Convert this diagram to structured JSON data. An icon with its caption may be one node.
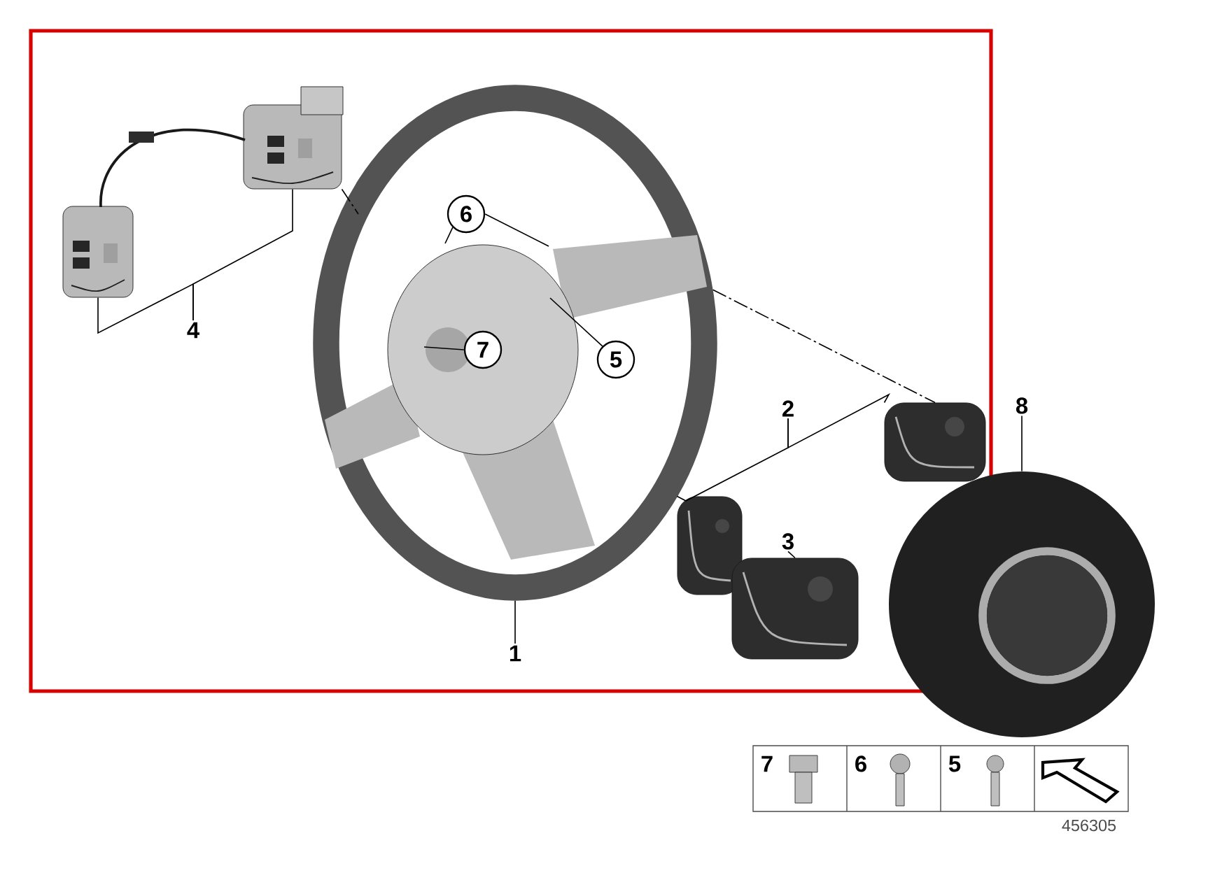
{
  "diagram": {
    "nodes": [
      {
        "text": [],
        "shape": "picture"
      },
      {
        "text": [
          "1"
        ]
      },
      {
        "text": [],
        "shape": "picture"
      },
      {
        "text": [],
        "shape": "picture"
      },
      {
        "text": [
          "4"
        ]
      },
      {
        "text": [
          "6"
        ],
        "in": 0
      },
      {
        "text": [
          "7"
        ],
        "in": 0
      },
      {
        "text": [
          "5"
        ],
        "in": 0
      },
      {
        "text": [
          "2"
        ]
      },
      {
        "text": [],
        "shape": "picture"
      },
      {
        "text": [],
        "shape": "picture"
      },
      {
        "text": [
          "3"
        ]
      },
      {
        "text": [],
        "shape": "picture"
      },
      {
        "text": [
          "8"
        ]
      },
      {
        "text": [],
        "shape": "picture"
      }
    ],
    "edges": [
      {
        "from": 1,
        "to": 0,
        "arrow": "none"
      },
      {
        "from": 4,
        "to": 2,
        "arrow": "none"
      },
      {
        "from": 4,
        "to": 3,
        "arrow": "none"
      },
      {
        "from": 5,
        "to": 0,
        "arrow": "none"
      },
      {
        "from": 5,
        "to": 0,
        "arrow": "none"
      },
      {
        "from": 6,
        "to": 0,
        "arrow": "none"
      },
      {
        "from": 7,
        "to": 0,
        "arrow": "none"
      },
      {
        "from": 8,
        "to": 9,
        "arrow": "none"
      },
      {
        "from": 8,
        "to": 10,
        "arrow": "none"
      },
      {
        "from": 11,
        "to": 12,
        "arrow": "none"
      },
      {
        "from": 13,
        "to": 14,
        "arrow": "none"
      },
      {
        "from": 2,
        "to": 0,
        "arrow": "none",
        "style": "dashed"
      },
      {
        "from": 0,
        "to": 9,
        "arrow": "none",
        "style": "dashed"
      }
    ],
    "labels": [
      "7",
      "6",
      "5",
      "456305"
    ]
  }
}
